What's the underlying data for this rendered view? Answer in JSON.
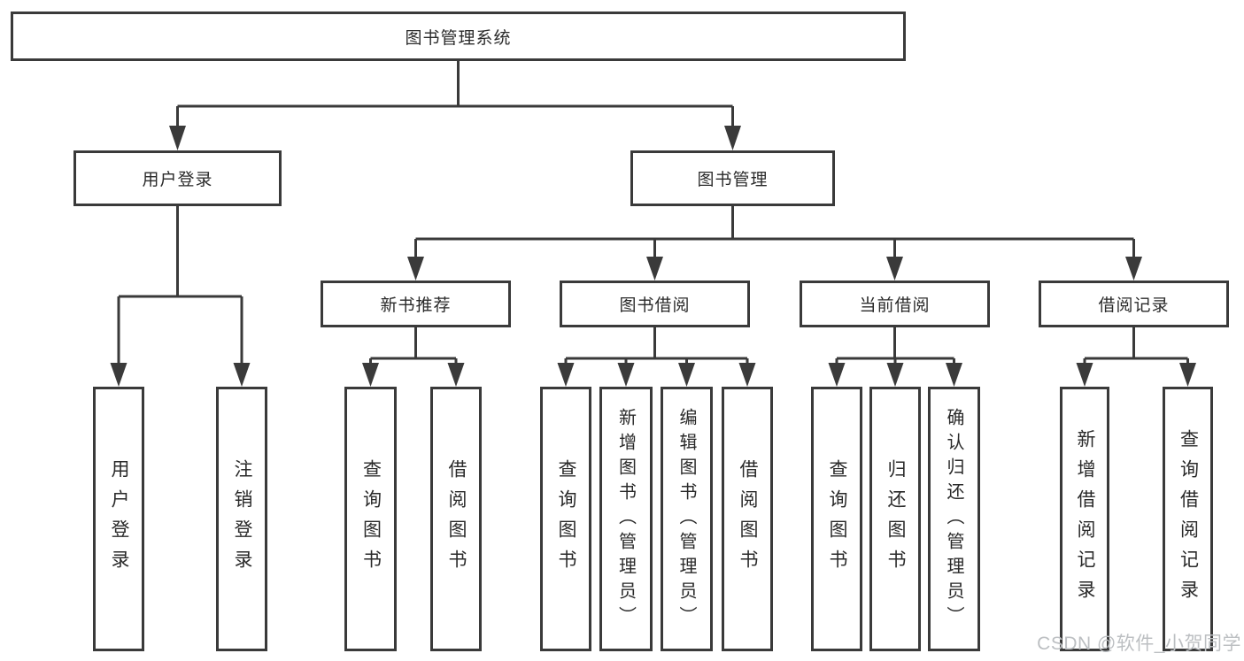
{
  "title": "图书管理系统",
  "watermark": {
    "text": "CSDN @软件_小贺同学",
    "color": "#bcbfc2"
  },
  "colors": {
    "line": "#3a3a3a",
    "box_border": "#3a3a3a",
    "box_background": "#ffffff",
    "text": "#2a2a2a",
    "page_background": "#ffffff"
  },
  "nodes": {
    "root": "图书管理系统",
    "level2": {
      "user_login": "用户登录",
      "book_management": "图书管理"
    },
    "level3": {
      "new_book_recommend": "新书推荐",
      "book_borrow": "图书借阅",
      "current_borrow": "当前借阅",
      "borrow_records": "借阅记录"
    },
    "leaves": {
      "user_login": [
        "用户登录",
        "注销登录"
      ],
      "new_book_recommend": [
        "查询图书",
        "借阅图书"
      ],
      "book_borrow": [
        "查询图书",
        "新增图书（管理员）",
        "编辑图书（管理员）",
        "借阅图书"
      ],
      "current_borrow": [
        "查询图书",
        "归还图书",
        "确认归还（管理员）"
      ],
      "borrow_records": [
        "新增借阅记录",
        "查询借阅记录"
      ]
    }
  }
}
